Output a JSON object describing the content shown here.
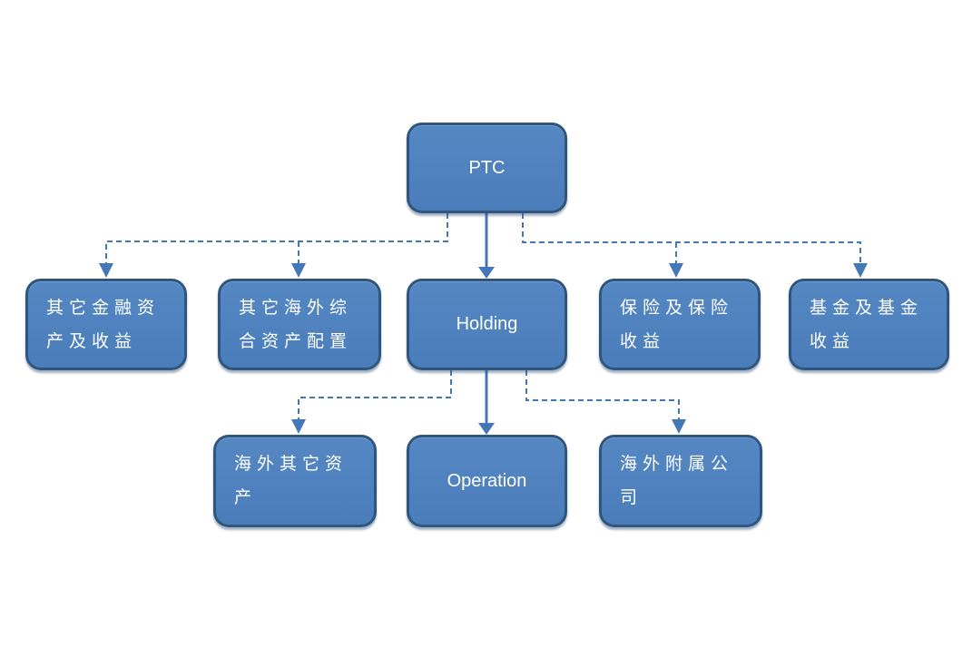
{
  "diagram": {
    "type": "org-chart",
    "colors": {
      "node_fill": "#4C80BD",
      "node_border": "#31567E",
      "connector": "#4477B5",
      "text": "#FFFFFF",
      "background": "#FFFFFF"
    },
    "nodes": {
      "ptc": {
        "label": "PTC"
      },
      "other_financial_assets": {
        "label": "其它金融资产及收益"
      },
      "other_overseas_allocation": {
        "label": "其它海外综合资产配置"
      },
      "holding": {
        "label": "Holding"
      },
      "insurance_income": {
        "label": "保险及保险收益"
      },
      "fund_income": {
        "label": "基金及基金收益"
      },
      "overseas_other_assets": {
        "label": "海外其它资产"
      },
      "operation": {
        "label": "Operation"
      },
      "overseas_subsidiaries": {
        "label": "海外附属公司"
      }
    },
    "edges": [
      {
        "from": "ptc",
        "to": "other_financial_assets",
        "style": "dashed"
      },
      {
        "from": "ptc",
        "to": "other_overseas_allocation",
        "style": "dashed"
      },
      {
        "from": "ptc",
        "to": "holding",
        "style": "solid"
      },
      {
        "from": "ptc",
        "to": "insurance_income",
        "style": "dashed"
      },
      {
        "from": "ptc",
        "to": "fund_income",
        "style": "dashed"
      },
      {
        "from": "holding",
        "to": "overseas_other_assets",
        "style": "dashed"
      },
      {
        "from": "holding",
        "to": "operation",
        "style": "solid"
      },
      {
        "from": "holding",
        "to": "overseas_subsidiaries",
        "style": "dashed"
      }
    ]
  }
}
